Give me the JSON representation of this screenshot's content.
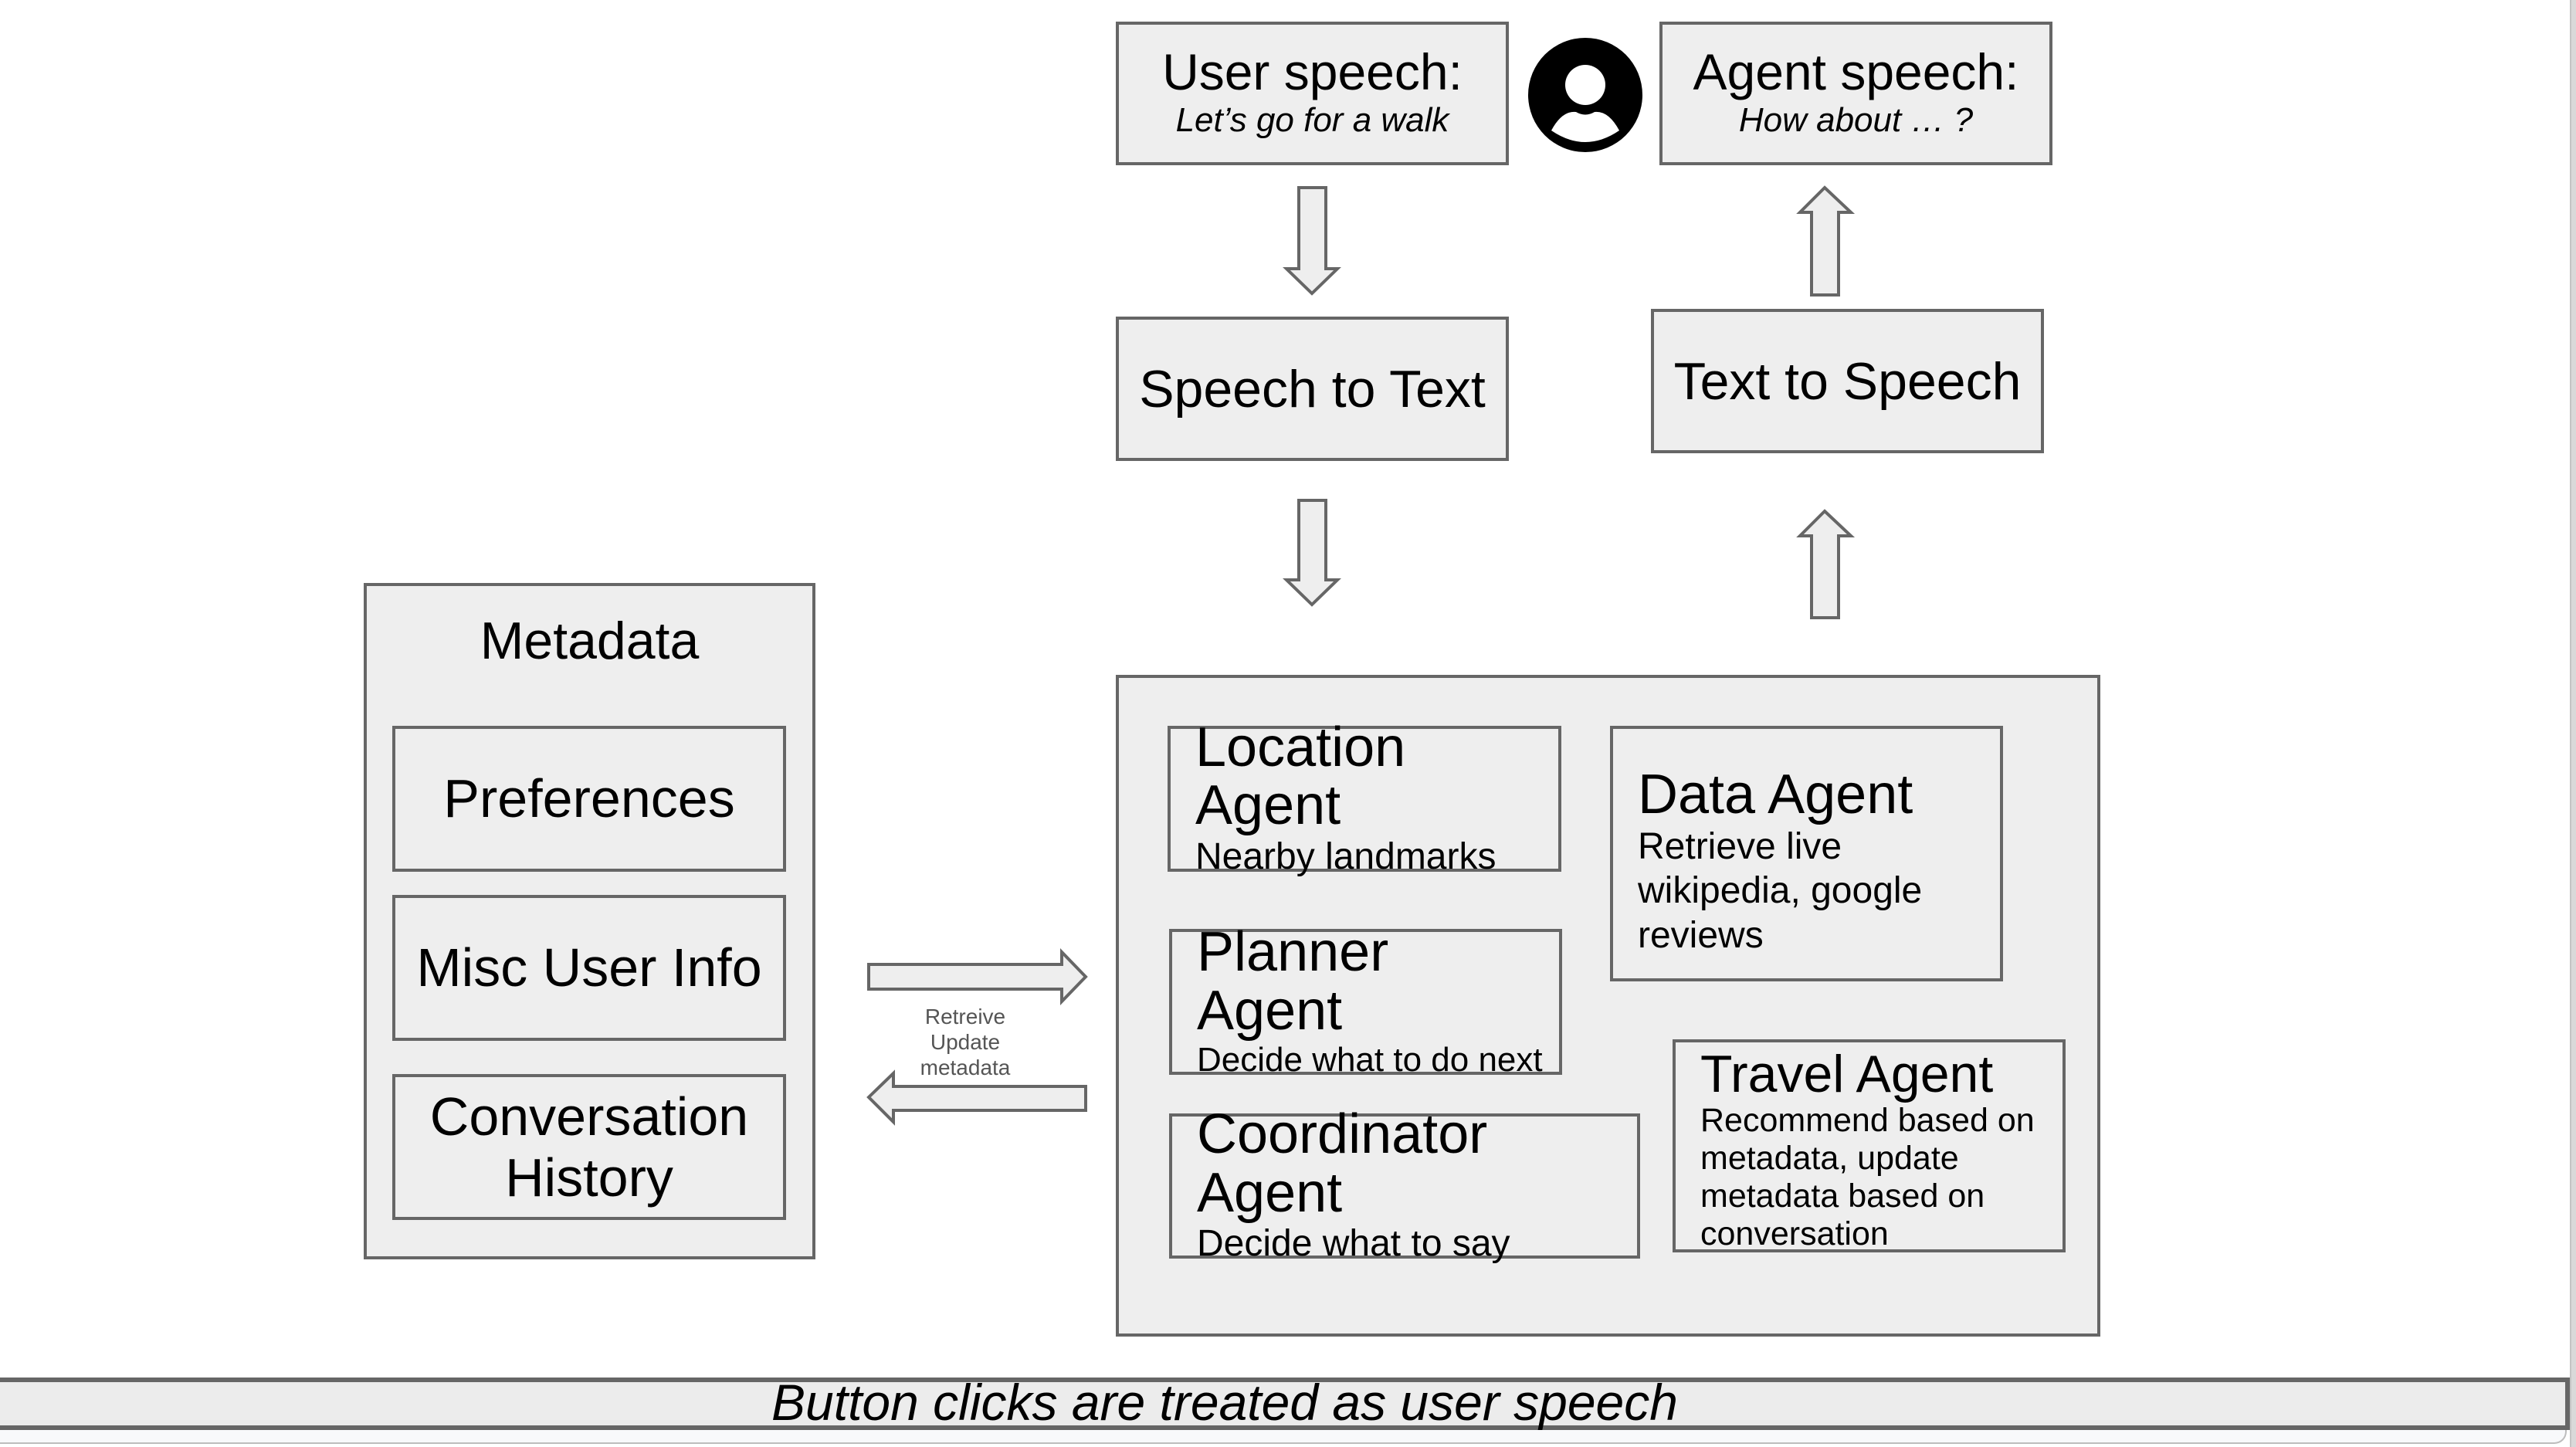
{
  "speech": {
    "user": {
      "title": "User speech:",
      "example": "Let’s go for a walk"
    },
    "agent": {
      "title": "Agent speech:",
      "example": "How about … ?"
    },
    "avatar_icon": "user-circle-icon"
  },
  "pipeline": {
    "speech_to_text": "Speech to Text",
    "text_to_speech": "Text to Speech"
  },
  "metadata": {
    "title": "Metadata",
    "items": [
      "Preferences",
      "Misc User Info",
      "Conversation History"
    ]
  },
  "metadata_link": {
    "label_lines": [
      "Retreive",
      "Update",
      "metadata"
    ]
  },
  "agents": [
    {
      "title": "Location Agent",
      "description": "Nearby landmarks"
    },
    {
      "title": "Data Agent",
      "description": "Retrieve live wikipedia, google reviews"
    },
    {
      "title": "Planner Agent",
      "description": "Decide what to do next"
    },
    {
      "title": "Travel Agent",
      "description": "Recommend based on metadata, update metadata based on conversation"
    },
    {
      "title": "Coordinator Agent",
      "description": "Decide what to say"
    }
  ],
  "footer": {
    "note": "Button clicks are treated as user speech"
  },
  "colors": {
    "box_fill": "#eeeeee",
    "box_border": "#666666",
    "label_gray": "#555555"
  }
}
